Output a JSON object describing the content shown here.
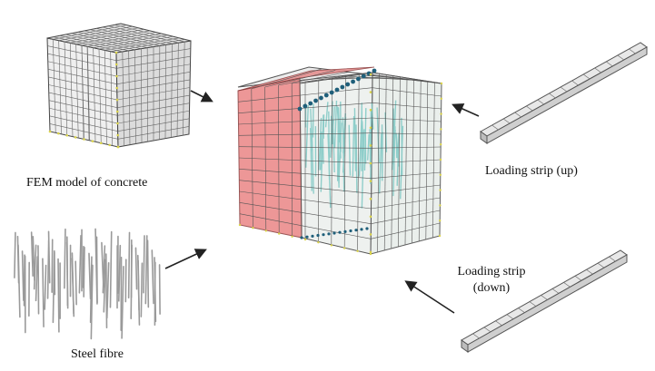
{
  "labels": {
    "concrete": "FEM model of concrete",
    "fibre": "Steel fibre",
    "strip_up": "Loading strip (up)",
    "strip_down_line1": "Loading strip",
    "strip_down_line2": "(down)"
  },
  "colors": {
    "mesh_line": "#555555",
    "concrete_face": "#eeeeee",
    "concrete_top": "#e2e2e2",
    "concrete_side": "#d2d2d2",
    "red_region": "#e87a7a",
    "cyan_fibres": "#7fcfcf",
    "yellow_nodes": "#d9d24a",
    "arrow": "#222222"
  }
}
